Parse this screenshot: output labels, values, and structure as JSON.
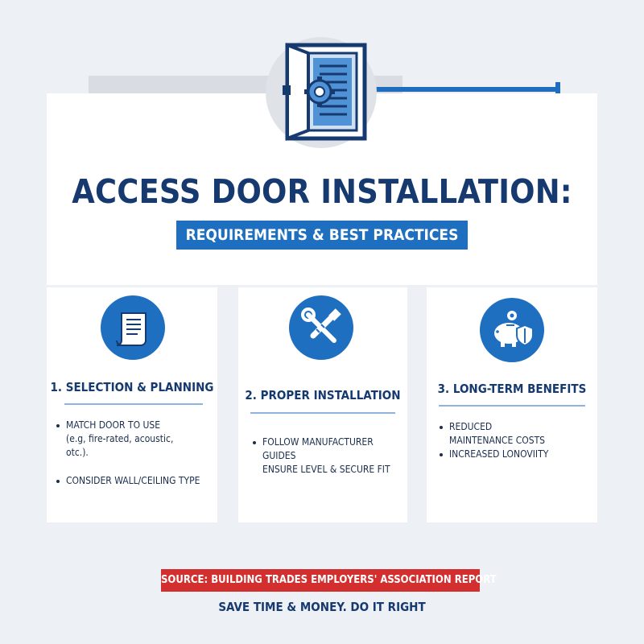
{
  "header": {
    "title": "ACCESS DOOR INSTALLATION:",
    "subtitle": "REQUIREMENTS & BEST PRACTICES",
    "hero_icon": "access-door-gear-icon"
  },
  "columns": [
    {
      "heading": "1. SELECTION & PLANNING",
      "icon": "scroll-document-icon",
      "bullets": [
        "MATCH DOOR TO USE",
        "(e.g, fire-rated, acoustic,",
        "otc.).",
        "CONSIDER WALL/CEILING TYPE"
      ]
    },
    {
      "heading": "2. PROPER INSTALLATION",
      "icon": "wrench-screwdriver-icon",
      "bullets": [
        "FOLLOW MANUFACTURER GUIDES",
        "ENSURE LEVEL & SECURE FIT"
      ]
    },
    {
      "heading": "3. LONG-TERM BENEFITS",
      "icon": "piggy-bank-shield-icon",
      "bullets": [
        "REDUCED",
        "MAINTENANCE COSTS",
        "INCREASED LONOVIITY"
      ]
    }
  ],
  "footer": {
    "source": "SOURCE: BUILDING TRADES EMPLOYERS' ASSOCIATION REPORT",
    "tagline": "SAVE TIME & MONEY. DO IT RIGHT"
  },
  "colors": {
    "navy": "#163a6f",
    "accent_blue": "#1f6fc0",
    "source_red": "#d32f2f",
    "background": "#edf0f4"
  }
}
